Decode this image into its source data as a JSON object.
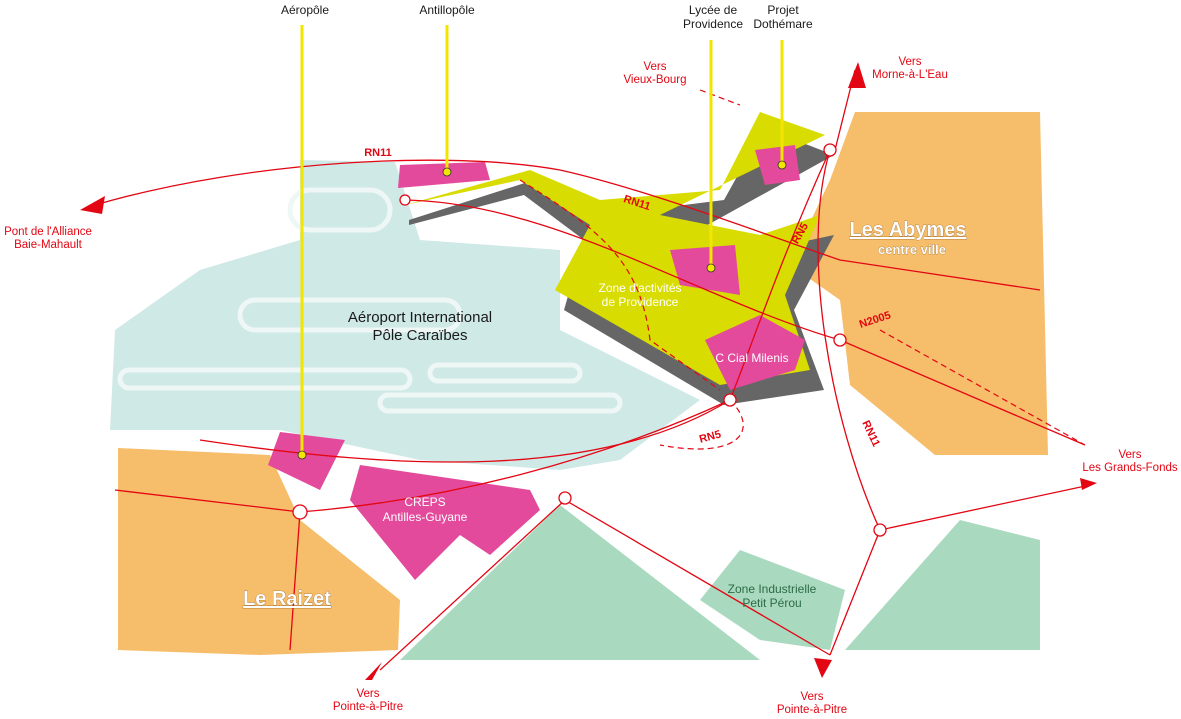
{
  "colors": {
    "airport": "#cfe9e7",
    "town": "#f6bd6a",
    "zone": "#d8dc00",
    "site": "#e44a9c",
    "industrial": "#a9d9bf",
    "road": "#e30613",
    "pin": "#f2e600"
  },
  "pins": {
    "aeropole": "Aéropôle",
    "antillopole": "Antillopôle",
    "lycee": [
      "Lycée de",
      "Providence"
    ],
    "dothemare": [
      "Projet",
      "Dothémare"
    ]
  },
  "directions": {
    "vieux_bourg": [
      "Vers",
      "Vieux-Bourg"
    ],
    "morne_a_leau": [
      "Vers",
      "Morne-à-L'Eau"
    ],
    "pont_alliance": [
      "Pont de l'Alliance",
      "Baie-Mahault"
    ],
    "grands_fonds": [
      "Vers",
      "Les Grands-Fonds"
    ],
    "pap_left": [
      "Vers",
      "Pointe-à-Pitre"
    ],
    "pap_right": [
      "Vers",
      "Pointe-à-Pitre"
    ]
  },
  "roads": {
    "rn11_a": "RN11",
    "rn11_b": "RN11",
    "rn11_c": "RN11",
    "rn5_a": "RN5",
    "rn5_b": "RN5",
    "n2005": "N2005"
  },
  "areas": {
    "airport": [
      "Aéroport International",
      "Pôle Caraïbes"
    ],
    "zone_providence": [
      "Zone d'activités",
      "de Providence"
    ],
    "cial_milenis": "C Cial Milenis",
    "creps": [
      "CREPS",
      "Antilles-Guyane"
    ],
    "zone_industrielle": [
      "Zone Industrielle",
      "Petit Pérou"
    ],
    "abymes": "Les Abymes",
    "abymes_sub": "centre ville",
    "raizet": "Le Raizet"
  }
}
